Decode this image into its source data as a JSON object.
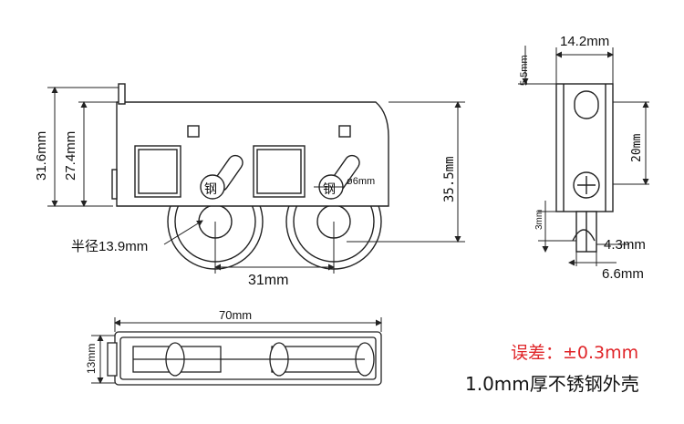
{
  "side_view": {
    "height_outer": "31.6mm",
    "height_inner": "27.4mm",
    "height_total": "35.5mm",
    "wheel_spacing": "31mm",
    "radius_label": "半径13.9mm",
    "rivet_label": "钢",
    "pin_label": "ø6mm"
  },
  "end_view": {
    "width": "14.2mm",
    "top_offset": "5.5mm",
    "slot_height": "20mm",
    "axle": "3mm",
    "wheel_width": "4.3mm",
    "base_width": "6.6mm"
  },
  "bottom_view": {
    "length": "70mm",
    "width": "13mm"
  },
  "notes": {
    "tolerance": "误差：±0.3mm",
    "material": "1.0mm厚不锈钢外壳"
  },
  "colors": {
    "line": "#222222",
    "tolerance": "#e0262a"
  }
}
